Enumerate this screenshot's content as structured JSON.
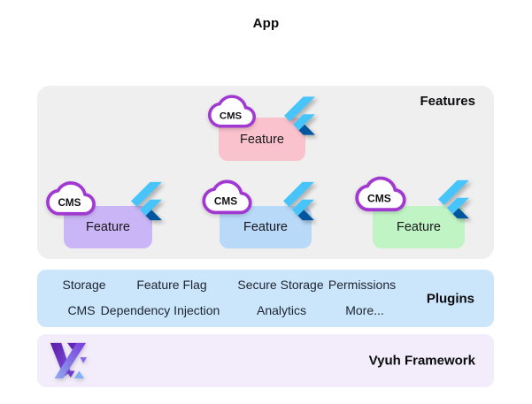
{
  "title": "App",
  "sections": {
    "features": {
      "label": "Features",
      "cards": [
        {
          "label": "Feature",
          "badge": "CMS",
          "color": "#f9c2cd"
        },
        {
          "label": "Feature",
          "badge": "CMS",
          "color": "#cab6f7"
        },
        {
          "label": "Feature",
          "badge": "CMS",
          "color": "#b8d9f8"
        },
        {
          "label": "Feature",
          "badge": "CMS",
          "color": "#c0f4c5"
        }
      ]
    },
    "plugins": {
      "label": "Plugins",
      "row1": [
        "Storage",
        "Feature Flag",
        "Secure Storage",
        "Permissions"
      ],
      "row2": [
        "CMS",
        "Dependency Injection",
        "Analytics",
        "More..."
      ]
    },
    "framework": {
      "label": "Vyuh Framework"
    }
  },
  "colors": {
    "features_bg": "#efefef",
    "plugins_bg": "#cbe5fb",
    "framework_bg": "#f3edfb",
    "card_pink": "#f9c2cd",
    "card_purple": "#cab6f7",
    "card_blue": "#b8d9f8",
    "card_green": "#c0f4c5",
    "cloud_border": "#a238d2",
    "flutter_light_blue": "#47c5fb",
    "flutter_navy": "#00569e",
    "vyuh_purple": "#6d28d9",
    "vyuh_blue": "#7fb1f2"
  }
}
